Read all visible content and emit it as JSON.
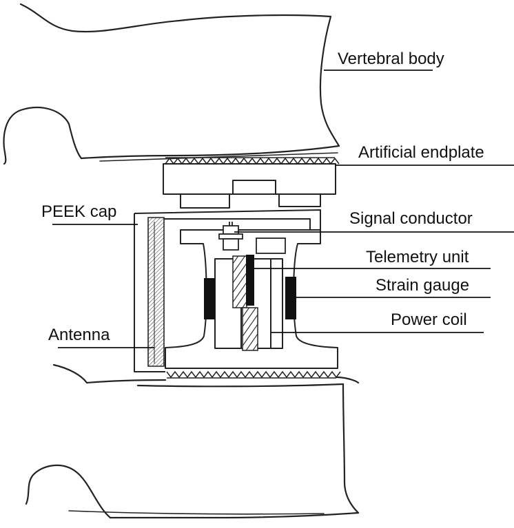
{
  "labels": {
    "vertebral_body": "Vertebral body",
    "artificial_endplate": "Artificial endplate",
    "peek_cap": "PEEK cap",
    "signal_conductor": "Signal conductor",
    "telemetry_unit": "Telemetry unit",
    "strain_gauge": "Strain gauge",
    "power_coil": "Power coil",
    "antenna": "Antenna"
  }
}
